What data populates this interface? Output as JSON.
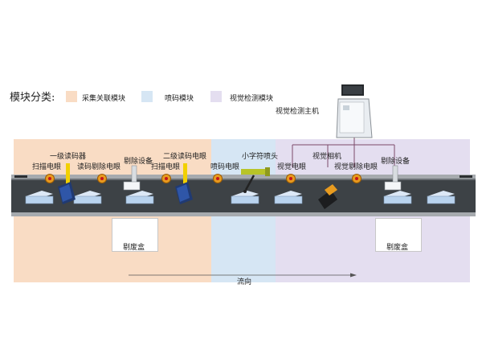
{
  "legend": {
    "title": "模块分类:",
    "items": [
      {
        "label": "采集关联模块",
        "color": "#f9dcc4"
      },
      {
        "label": "喷码模块",
        "color": "#d6e6f4"
      },
      {
        "label": "视觉检测模块",
        "color": "#e4def0"
      }
    ]
  },
  "host": {
    "label": "视觉检测主机"
  },
  "labels": {
    "reader1": "一级读码器",
    "scan_sensor1": "扫描电眼",
    "read_reject_sensor1": "读码剔除电眼",
    "reject_device1": "剔除设备",
    "reader2": "二级读码电眼",
    "scan_sensor2": "扫描电眼",
    "print_sensor": "喷码电眼",
    "small_print_head": "小字符喷头",
    "vision_sensor": "视觉电眼",
    "vision_camera": "视觉相机",
    "vision_reject_sensor": "视觉剔除电眼",
    "reject_device2": "剔除设备",
    "reject_box1": "剔废盒",
    "reject_box2": "剔废盒",
    "flow": "流向"
  },
  "colors": {
    "zone_collect": "#f9dcc4",
    "zone_print": "#d6e6f4",
    "zone_vision": "#e4def0",
    "conveyor": "#3d4246",
    "sensor": "#e89b1f",
    "bracket": "#f2d000",
    "product": "#b9d3ee"
  }
}
